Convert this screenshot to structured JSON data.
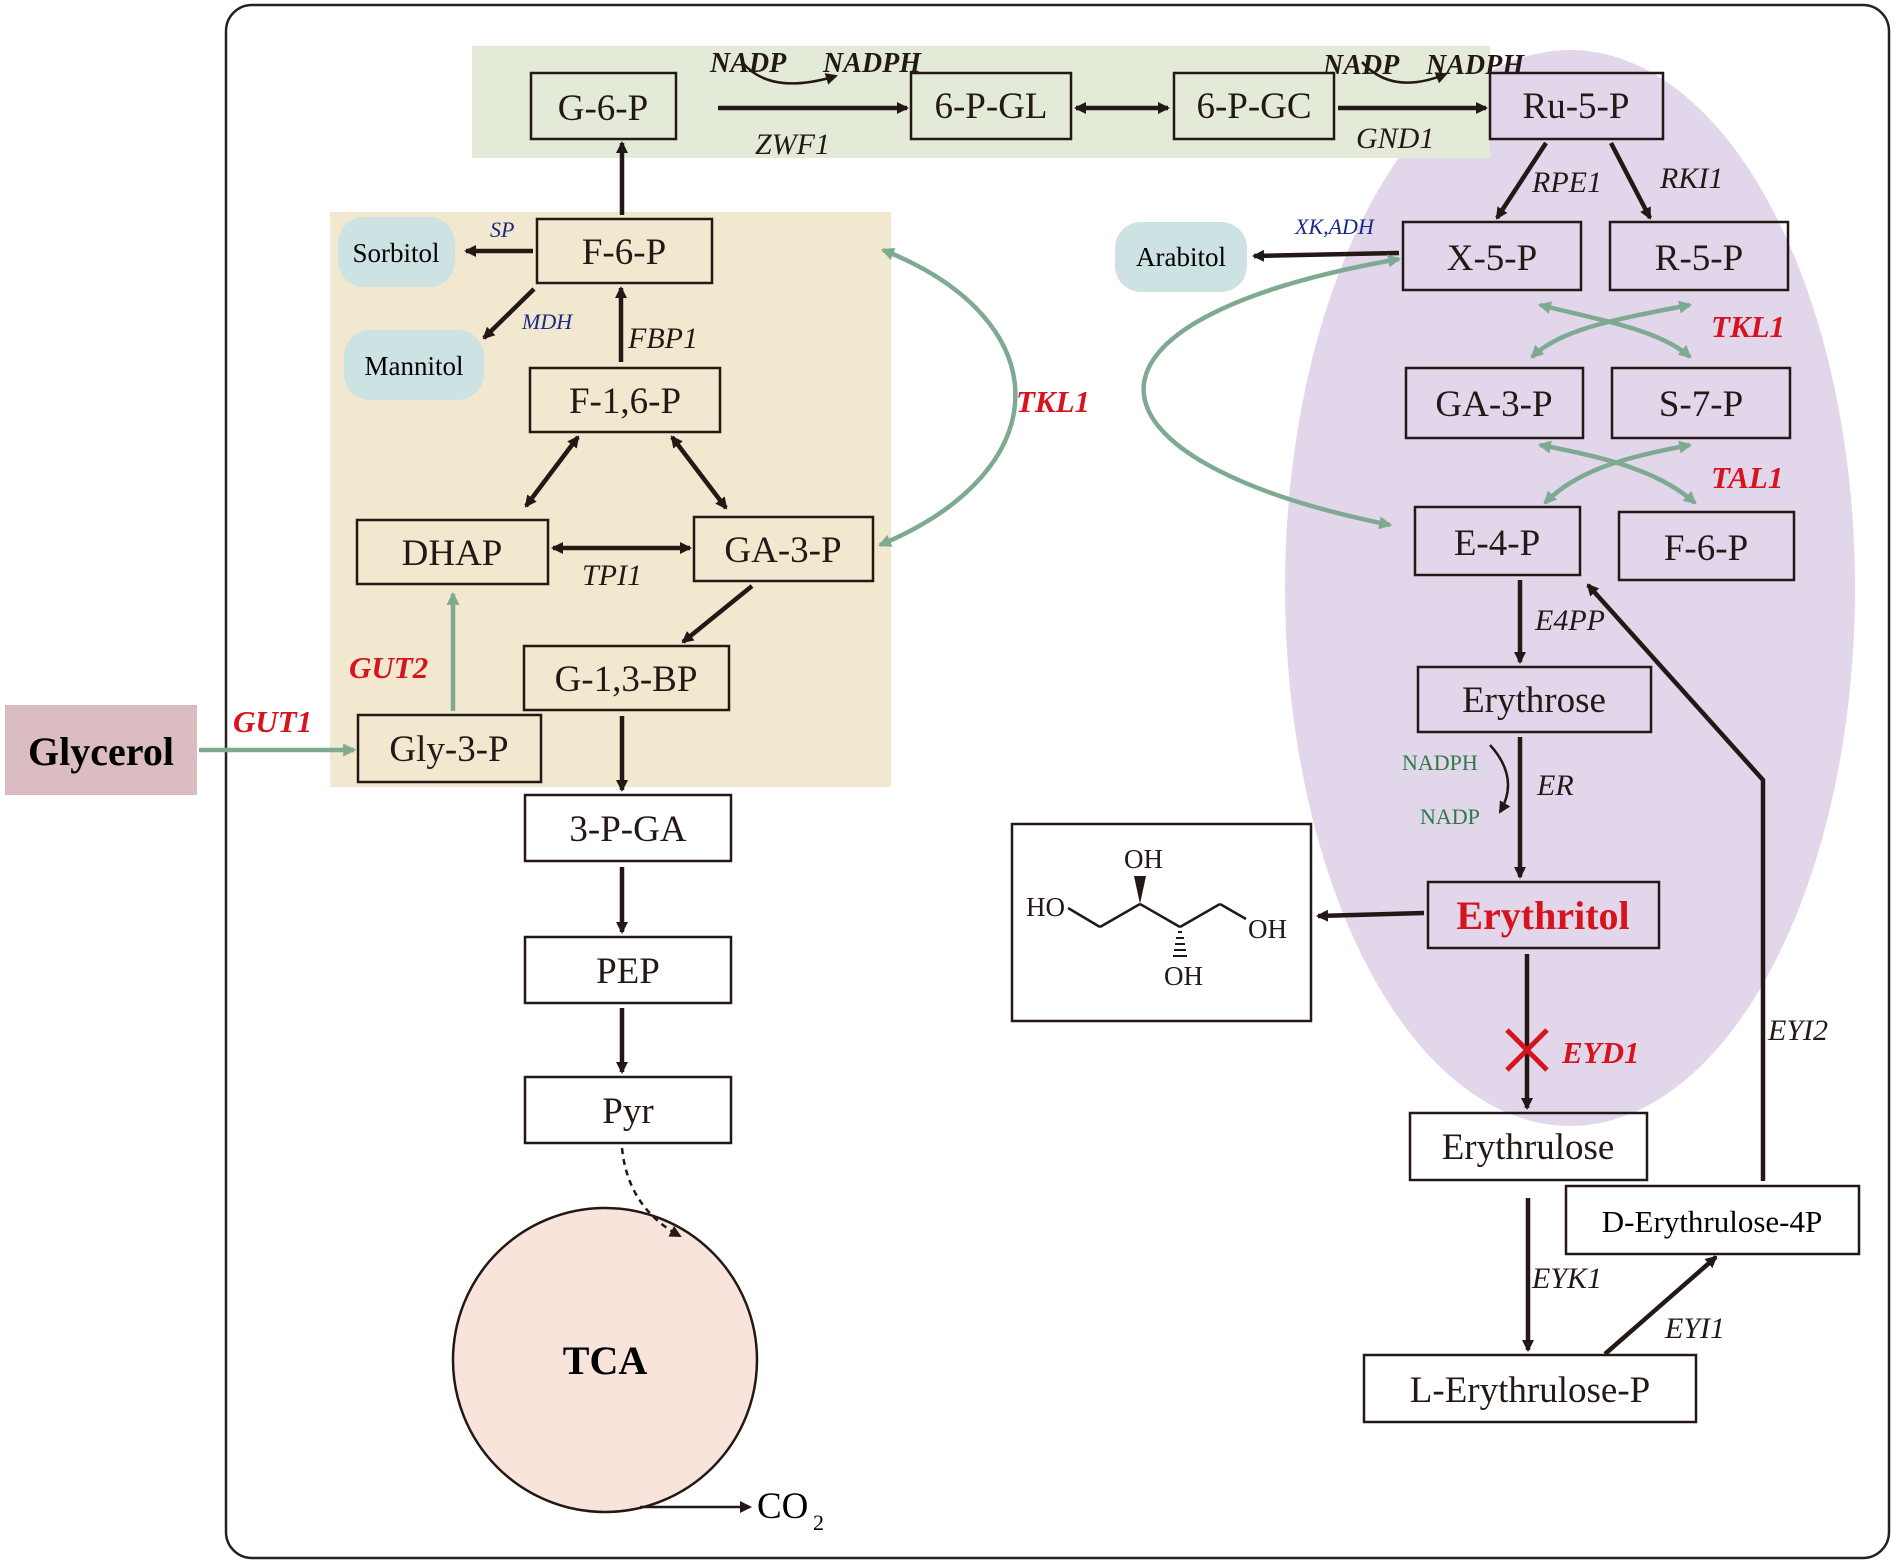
{
  "colors": {
    "frame": "#222222",
    "green_panel": "#e4ead8",
    "tan_panel": "#f1e8cf",
    "purple_ellipse": "#e2d6ea",
    "glycerol_box": "#dbbcc0",
    "byproduct_pill": "#cde2e2",
    "tca_fill": "#f9e4dc",
    "arrow_dark": "#231815",
    "arrow_green": "#7faa92",
    "enzyme_red": "#d7141d",
    "cofactor_blue": "#1b2a86",
    "cofactor_green": "#2c7a45"
  },
  "metabolites": {
    "g6p": "G-6-P",
    "pgl": "6-P-GL",
    "pgc": "6-P-GC",
    "ru5p": "Ru-5-P",
    "f6p_left": "F-6-P",
    "f16p": "F-1,6-P",
    "dhap": "DHAP",
    "ga3p_left": "GA-3-P",
    "g13bp": "G-1,3-BP",
    "gly3p": "Gly-3-P",
    "pga3": "3-P-GA",
    "pep": "PEP",
    "pyr": "Pyr",
    "tca": "TCA",
    "co2": "CO",
    "co2_sub": "2",
    "glycerol": "Glycerol",
    "sorbitol": "Sorbitol",
    "mannitol": "Mannitol",
    "arabitol": "Arabitol",
    "x5p": "X-5-P",
    "r5p": "R-5-P",
    "ga3p_right": "GA-3-P",
    "s7p": "S-7-P",
    "e4p": "E-4-P",
    "f6p_right": "F-6-P",
    "erythrose": "Erythrose",
    "erythritol": "Erythritol",
    "erythrulose": "Erythrulose",
    "d_erythrulose_4p": "D-Erythrulose-4P",
    "l_erythrulose_p": "L-Erythrulose-P"
  },
  "enzymes": {
    "zwf1": "ZWF1",
    "gnd1": "GND1",
    "rpe1": "RPE1",
    "rki1": "RKI1",
    "sp": "SP",
    "mdh": "MDH",
    "fbp1": "FBP1",
    "tpi1": "TPI1",
    "gut1": "GUT1",
    "gut2": "GUT2",
    "tkl1_center": "TKL1",
    "tkl1_right": "TKL1",
    "tal1": "TAL1",
    "xk_adh": "XK,ADH",
    "e4pp": "E4PP",
    "er": "ER",
    "eyd1": "EYD1",
    "eyk1": "EYK1",
    "eyi1": "EYI1",
    "eyi2": "EYI2"
  },
  "cofactors": {
    "nadp_1": "NADP",
    "nadph_1": "NADPH",
    "nadp_2": "NADP",
    "nadph_2": "NADPH",
    "nadph_er": "NADPH",
    "nadp_er": "NADP"
  },
  "structure": {
    "oh_top": "OH",
    "ho_left": "HO",
    "oh_right": "OH",
    "oh_bottom": "OH"
  }
}
